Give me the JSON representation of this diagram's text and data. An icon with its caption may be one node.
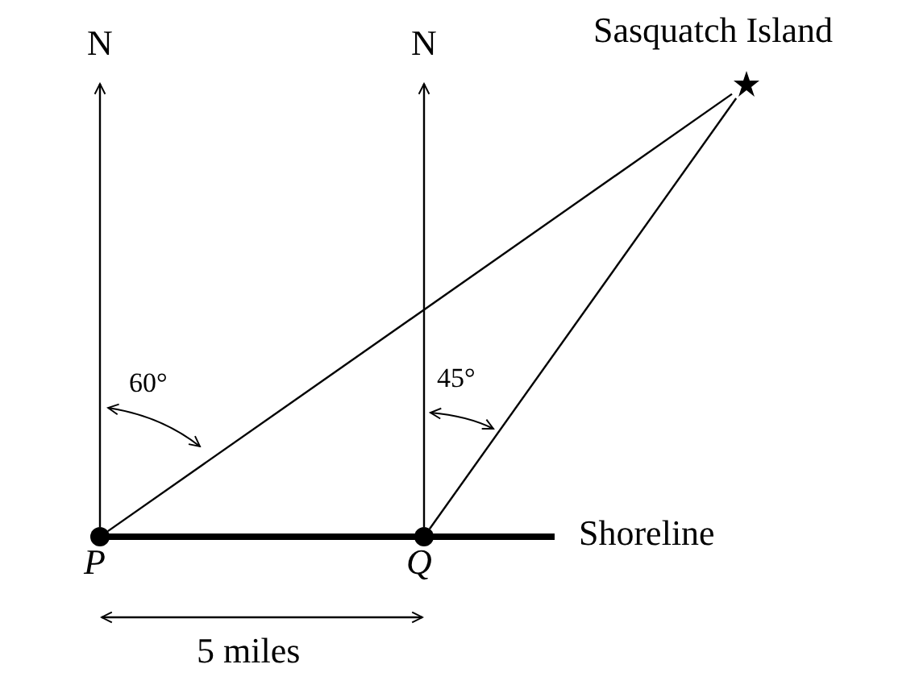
{
  "diagram": {
    "nodes": [
      {
        "text": [],
        "shape": "circle",
        "beside": [
          "P"
        ]
      },
      {
        "text": [],
        "shape": "circle",
        "beside": [
          "Q"
        ]
      },
      {
        "text": [],
        "shape": "star",
        "beside": [
          "Sasquatch Island"
        ]
      },
      {
        "text": [
          "N"
        ]
      },
      {
        "text": [
          "N"
        ]
      }
    ],
    "edges": [
      {
        "from": 0,
        "to": 3,
        "arrow": "to"
      },
      {
        "from": 1,
        "to": 4,
        "arrow": "to"
      },
      {
        "from": 0,
        "to": 2,
        "arrow": "none"
      },
      {
        "from": 1,
        "to": 2,
        "arrow": "none"
      }
    ],
    "labels": [
      "60°",
      "45°",
      "Shoreline",
      "5 miles"
    ]
  }
}
